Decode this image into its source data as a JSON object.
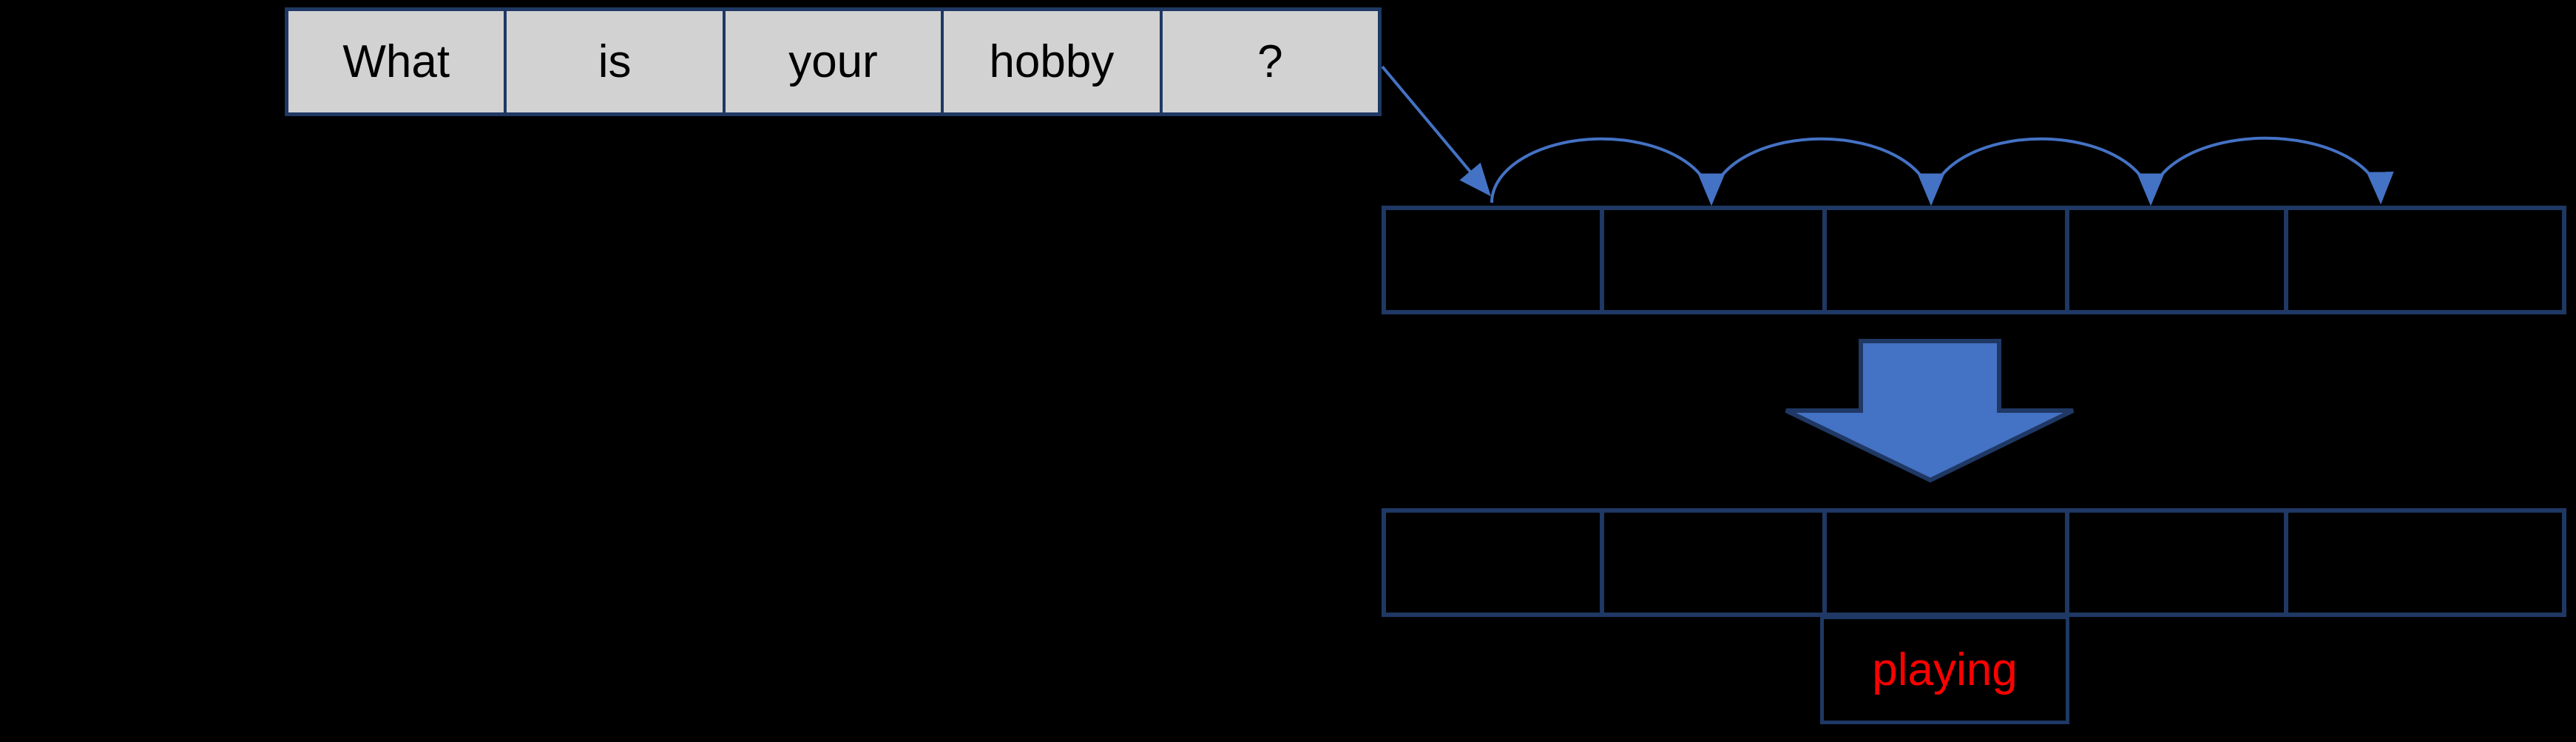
{
  "colors": {
    "background": "#000000",
    "border_navy": "#1F3864",
    "accent_blue": "#4472C4",
    "word_cell_fill": "#D2D2D2",
    "word_text": "#000000",
    "predicted_word_color": "#FF0000"
  },
  "sentence_row": {
    "cells": [
      "What",
      "is",
      "your",
      "hobby",
      "?"
    ]
  },
  "token_rows": {
    "top_row_cell_count": 5,
    "bottom_row_cell_count": 5
  },
  "predicted_word": {
    "label": "playing"
  },
  "icons": {
    "input_arrow": "diagonal-arrow-icon",
    "hop_arc": "arc-hop-arrow-icon",
    "big_arrow": "big-down-arrow-icon"
  }
}
